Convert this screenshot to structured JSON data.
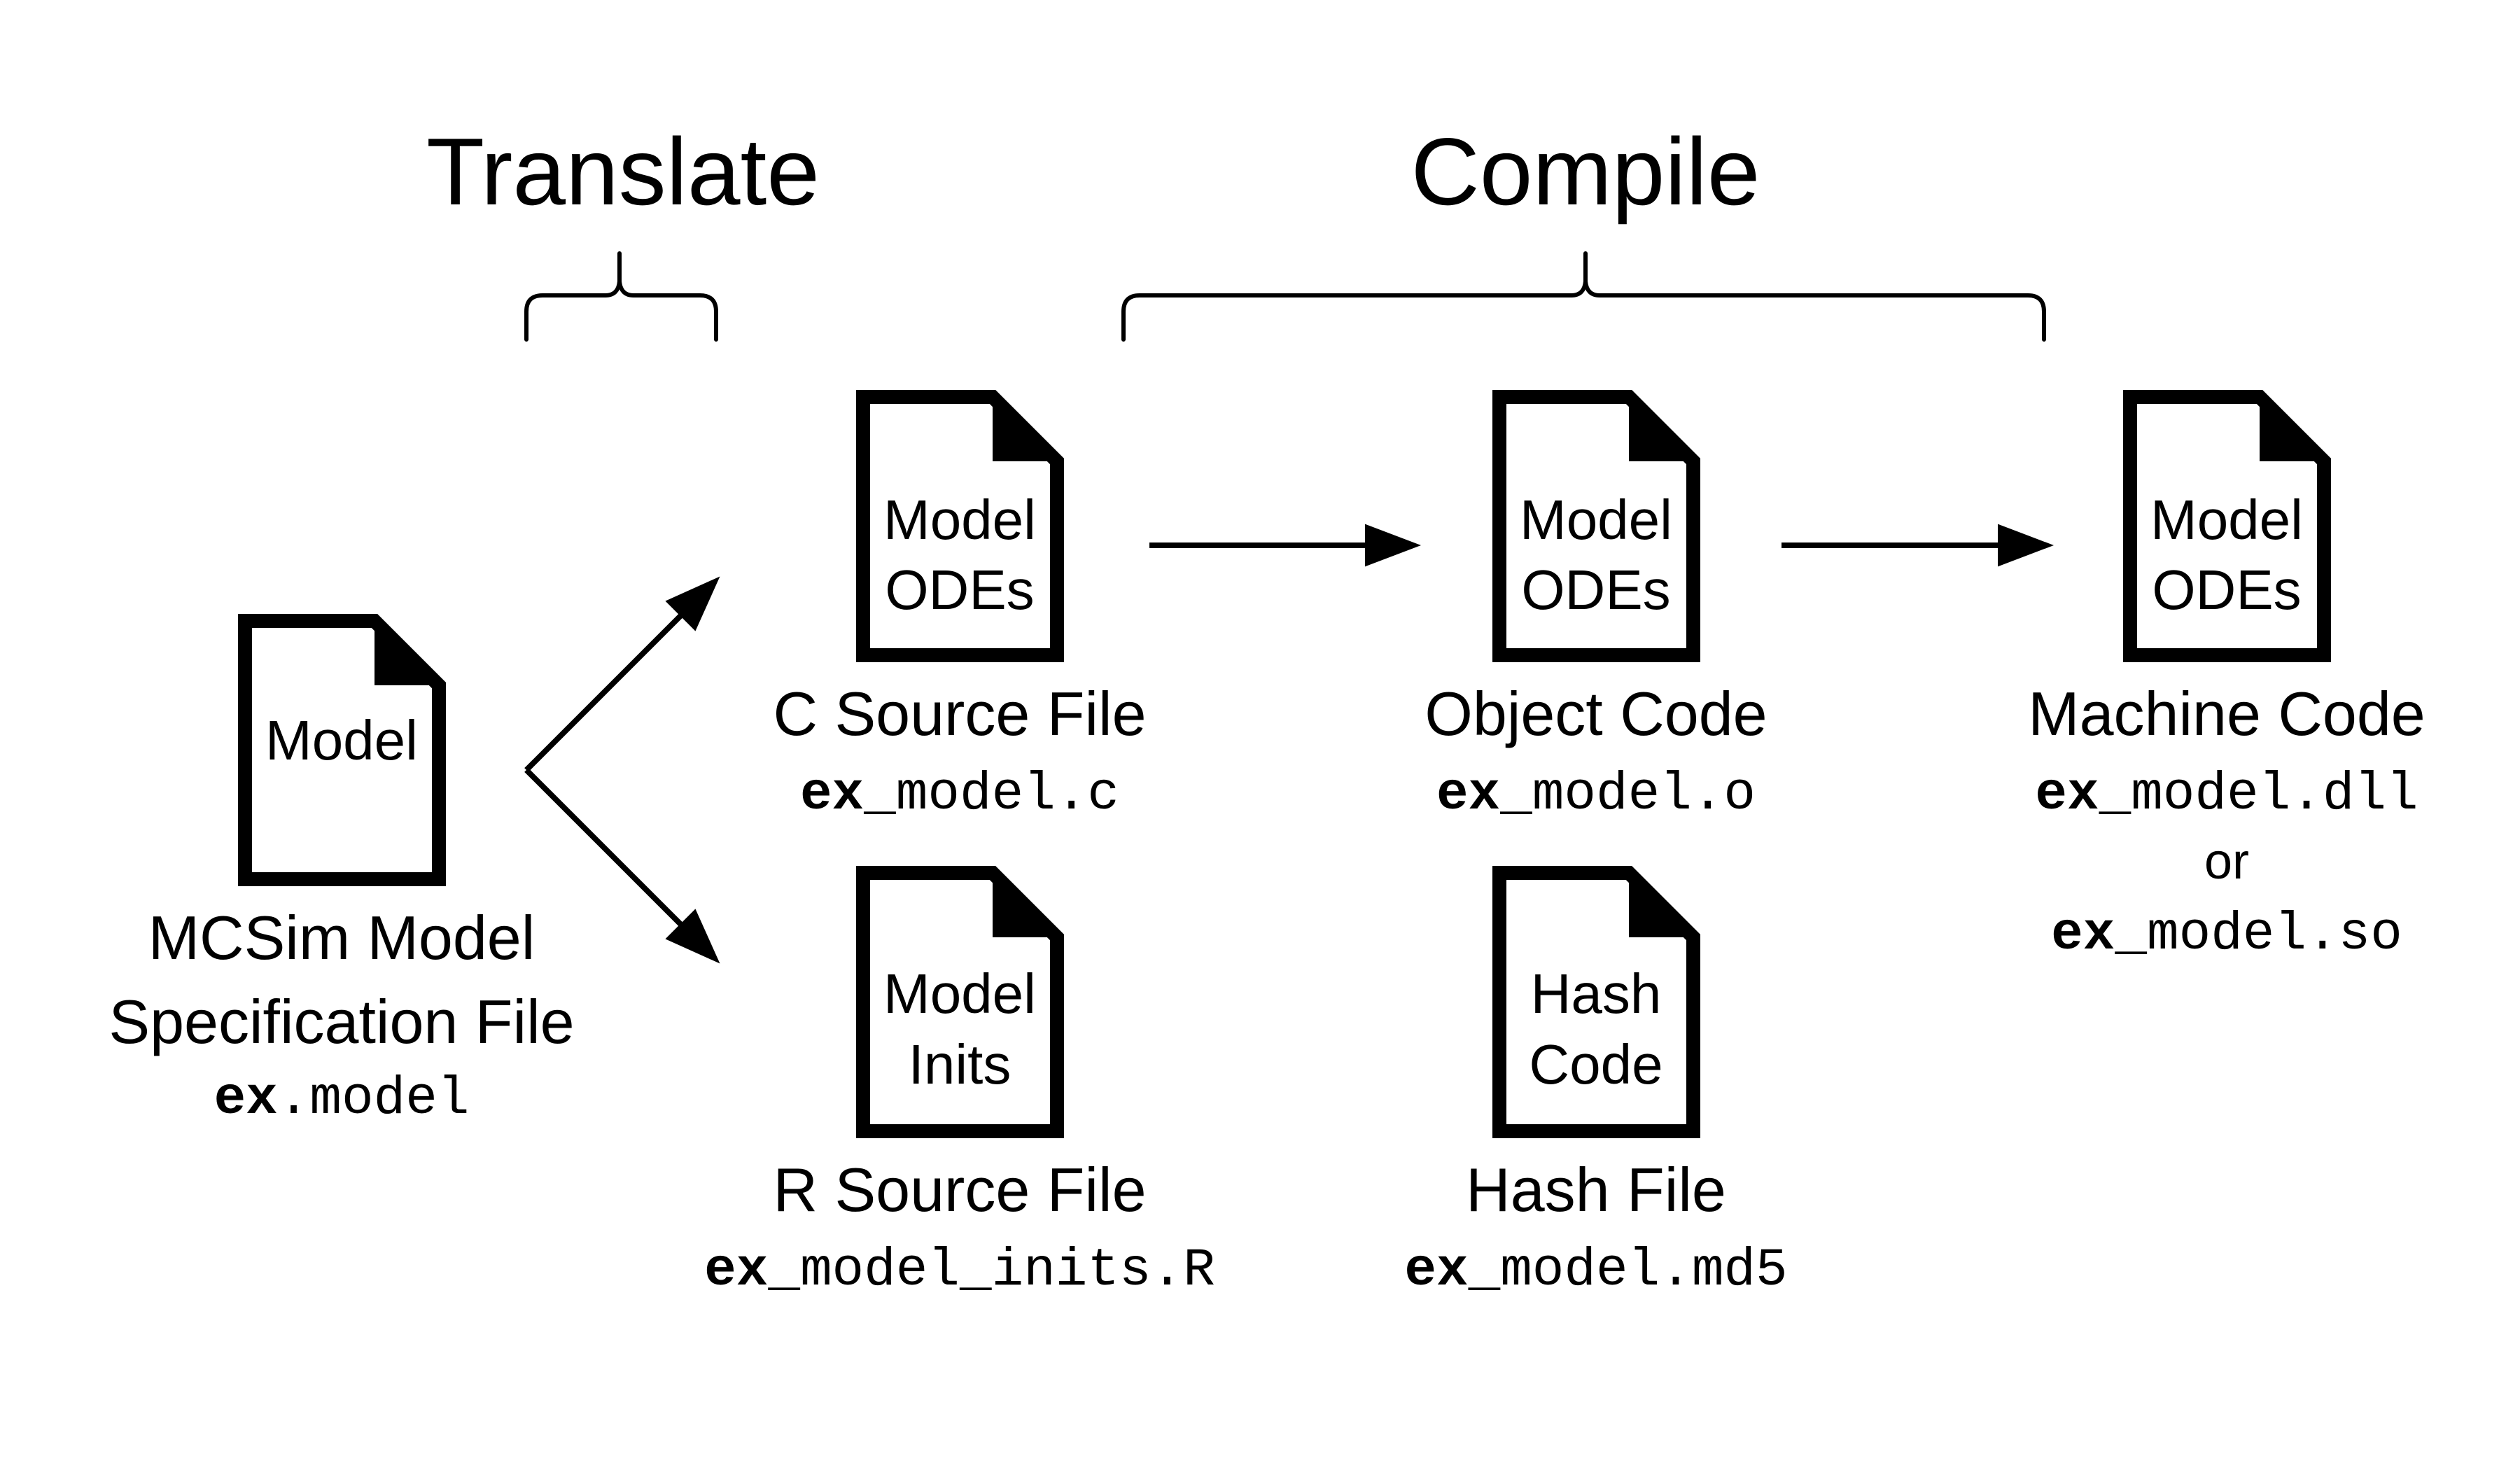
{
  "stages": {
    "translate": "Translate",
    "compile": "Compile"
  },
  "files": {
    "model_spec": {
      "icon_lines": [
        "Model"
      ],
      "title_lines": [
        "MCSim Model",
        "Specification File"
      ],
      "filename_prefix": "ex",
      "filename_suffix": ".model"
    },
    "c_source": {
      "icon_lines": [
        "Model",
        "ODEs"
      ],
      "title": "C Source File",
      "filename_prefix": "ex",
      "filename_suffix": "_model.c"
    },
    "r_source": {
      "icon_lines": [
        "Model",
        "Inits"
      ],
      "title": "R Source File",
      "filename_prefix": "ex",
      "filename_suffix": "_model_inits.R"
    },
    "object_code": {
      "icon_lines": [
        "Model",
        "ODEs"
      ],
      "title": "Object Code",
      "filename_prefix": "ex",
      "filename_suffix": "_model.o"
    },
    "hash_file": {
      "icon_lines": [
        "Hash",
        "Code"
      ],
      "title": "Hash File",
      "filename_prefix": "ex",
      "filename_suffix": "_model.md5"
    },
    "machine_code": {
      "icon_lines": [
        "Model",
        "ODEs"
      ],
      "title": "Machine Code",
      "filename_prefix": "ex",
      "filename_suffix": "_model.dll",
      "or_text": "or",
      "alt_filename_prefix": "ex",
      "alt_filename_suffix": "_model.so"
    }
  },
  "colors": {
    "ink": "#000000",
    "background": "#ffffff"
  },
  "icons": {
    "document": "document-icon",
    "arrow": "arrow-right-icon",
    "brace": "curly-brace-icon"
  }
}
